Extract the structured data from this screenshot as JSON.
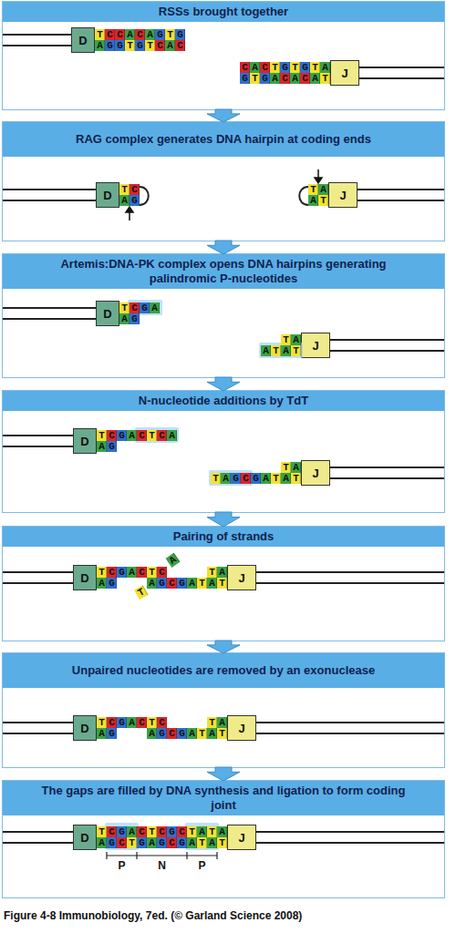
{
  "diagram": {
    "caption": "Figure 4-8 Immunobiology, 7ed. (© Garland Science 2008)",
    "nodes": [
      {
        "text": [
          "RSSs brought together"
        ]
      },
      {
        "text": [
          "D"
        ],
        "in": 0
      },
      {
        "text": [
          "J"
        ],
        "in": 0
      },
      {
        "text": [
          "RAG complex generates DNA hairpin at coding ends"
        ]
      },
      {
        "text": [
          "D"
        ],
        "in": 3
      },
      {
        "text": [
          "J"
        ],
        "in": 3
      },
      {
        "text": [
          "Artemis:DNA-PK complex opens DNA hairpins generating palindromic P-nucleotides"
        ]
      },
      {
        "text": [
          "D"
        ],
        "in": 6
      },
      {
        "text": [
          "J"
        ],
        "in": 6
      },
      {
        "text": [
          "N-nucleotide additions by TdT"
        ]
      },
      {
        "text": [
          "D"
        ],
        "in": 9
      },
      {
        "text": [
          "J"
        ],
        "in": 9
      },
      {
        "text": [
          "Pairing of strands"
        ]
      },
      {
        "text": [
          "D"
        ],
        "in": 12
      },
      {
        "text": [
          "J"
        ],
        "in": 12
      },
      {
        "text": [
          "Unpaired nucleotides are removed by an exonuclease"
        ]
      },
      {
        "text": [
          "D"
        ],
        "in": 15
      },
      {
        "text": [
          "J"
        ],
        "in": 15
      },
      {
        "text": [
          "The gaps are filled by DNA synthesis and ligation to form coding joint"
        ]
      },
      {
        "text": [
          "D"
        ],
        "in": 18
      },
      {
        "text": [
          "J"
        ],
        "in": 18
      }
    ],
    "edges": [
      {
        "from": 0,
        "to": 3,
        "arrow": "to"
      },
      {
        "from": 3,
        "to": 6,
        "arrow": "to"
      },
      {
        "from": 6,
        "to": 9,
        "arrow": "to"
      },
      {
        "from": 9,
        "to": 12,
        "arrow": "to"
      },
      {
        "from": 12,
        "to": 15,
        "arrow": "to"
      },
      {
        "from": 15,
        "to": 18,
        "arrow": "to"
      }
    ],
    "labels": [
      "TCCACAGTG",
      "AGGTGTCAC",
      "CACTGTGTA",
      "GTGACACAT",
      "TC",
      "AG",
      "TA",
      "AT",
      "TCGA",
      "AG",
      "TA",
      "ATAT",
      "TCGACTCA",
      "AG",
      "TA",
      "TAGCGATAT",
      "TCGACTC",
      "A",
      "AG",
      "TA",
      "T",
      "AGCGATAT",
      "TCGACTC",
      "AG",
      "TA",
      "AGCGATAT",
      "TCGACTCGCTATA",
      "AGCTGAGCGATAT",
      "P",
      "N",
      "P"
    ]
  }
}
